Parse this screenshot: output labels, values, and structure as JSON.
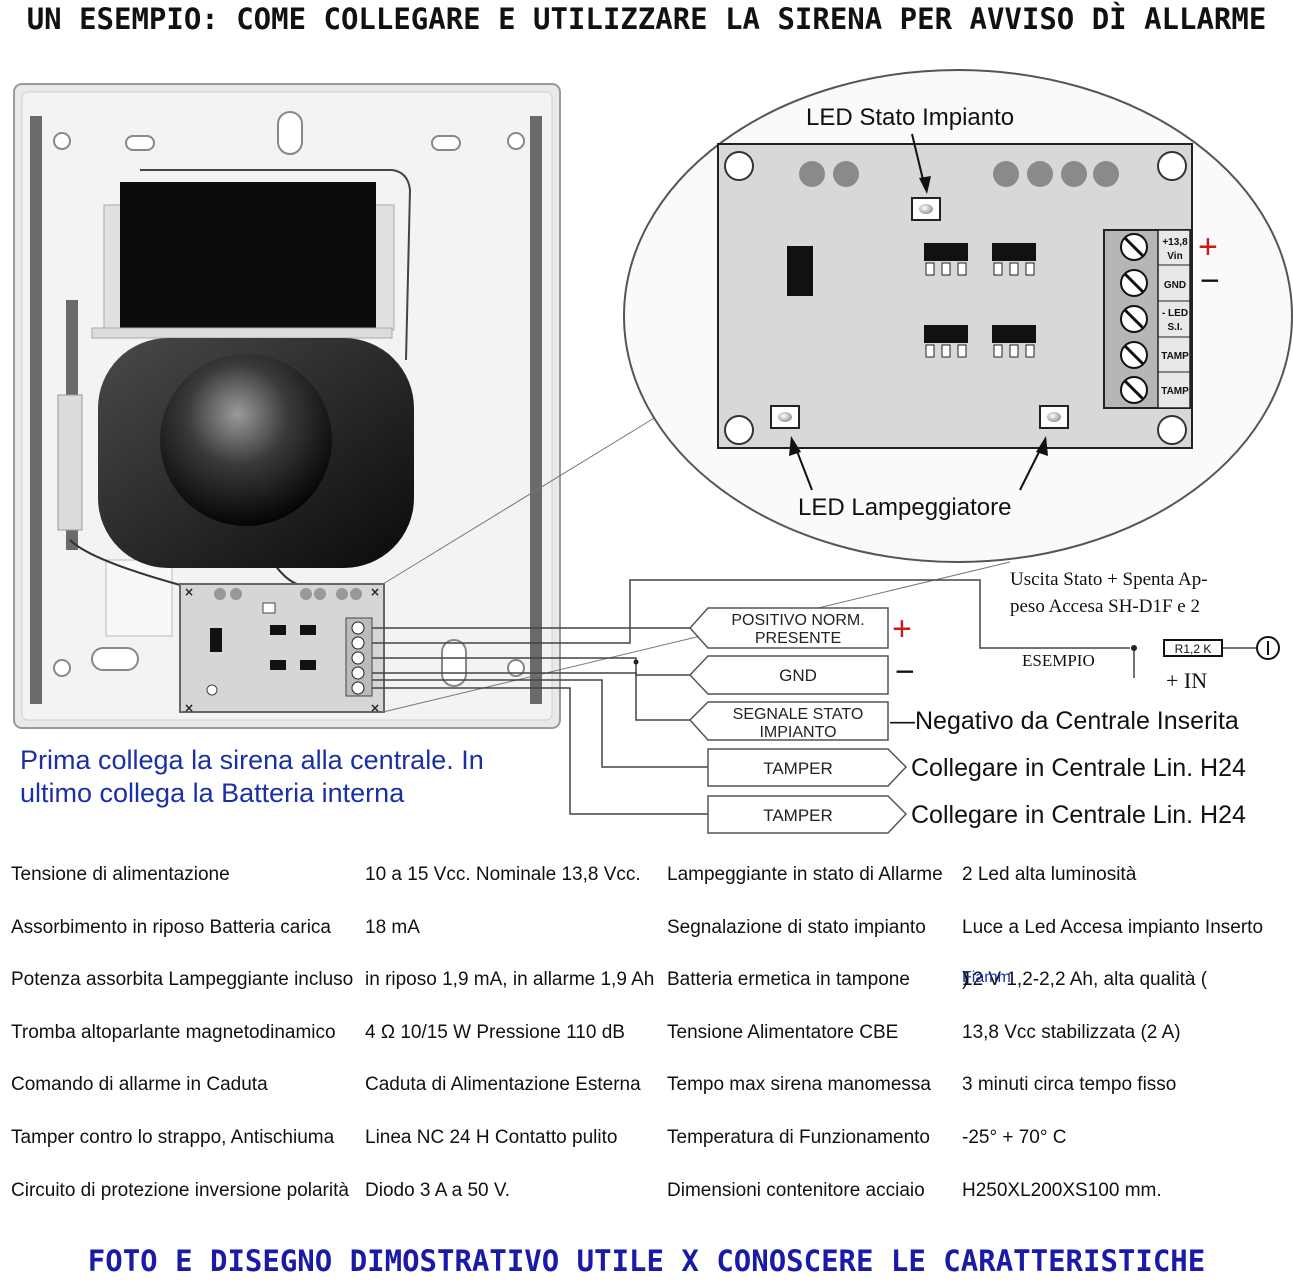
{
  "title": "UN ESEMPIO: COME COLLEGARE E UTILIZZARE LA SIRENA PER AVVISO DÌ ALLARME",
  "footer": "FOTO E DISEGNO DIMOSTRATIVO UTILE X CONOSCERE LE CARATTERISTICHE",
  "board": {
    "led_stato_label": "LED Stato Impianto",
    "led_lamp_label": "LED Lampeggiatore",
    "terminals": [
      {
        "top": "+13,8",
        "bottom": "Vin"
      },
      {
        "top": "GND",
        "bottom": ""
      },
      {
        "top": "- LED",
        "bottom": "S.I."
      },
      {
        "top": "TAMP",
        "bottom": ""
      },
      {
        "top": "TAMP",
        "bottom": ""
      }
    ],
    "plus_sign": "+",
    "minus_sign": "−"
  },
  "connectors": [
    {
      "label_line1": "POSITIVO NORM.",
      "label_line2": "PRESENTE",
      "side": "+"
    },
    {
      "label_line1": "GND",
      "label_line2": "",
      "side": "−"
    },
    {
      "label_line1": "SEGNALE STATO",
      "label_line2": "IMPIANTO",
      "side": "—Negativo da Centrale Inserita"
    },
    {
      "label_line1": "TAMPER",
      "label_line2": "",
      "side": "Collegare in Centrale Lin. H24"
    },
    {
      "label_line1": "TAMPER",
      "label_line2": "",
      "side": "Collegare in Centrale Lin. H24"
    }
  ],
  "example": {
    "line1": "Uscita Stato + Spenta Ap-",
    "line2": "peso Accesa SH-D1F e 2",
    "esempio": "ESEMPIO",
    "resistor": "R1,2 K",
    "plus_in": "+ IN"
  },
  "note": {
    "line1": "Prima collega la sirena alla centrale. In",
    "line2": "ultimo collega la Batteria interna"
  },
  "specs": [
    [
      "Tensione di alimentazione",
      "10 a 15 Vcc. Nominale 13,8 Vcc.",
      "Lampeggiante in stato di Allarme",
      "2 Led alta luminosità"
    ],
    [
      "Assorbimento in riposo Batteria carica",
      "18 mA",
      "Segnalazione di stato impianto",
      "Luce a Led Accesa impianto Inserto"
    ],
    [
      "Potenza assorbita Lampeggiante incluso",
      "in riposo 1,9 mA, in allarme 1,9 Ah",
      "Batteria ermetica in tampone",
      "12 V 1,2-2,2 Ah, alta qualità ("
    ],
    [
      "Tromba altoparlante magnetodinamico",
      "4 Ω 10/15 W Pressione 110 dB",
      "Tensione Alimentatore CBE",
      "13,8 Vcc stabilizzata (2 A)"
    ],
    [
      "Comando di allarme in Caduta",
      "Caduta di Alimentazione Esterna",
      "Tempo max sirena manomessa",
      "3 minuti circa tempo fisso"
    ],
    [
      "Tamper contro lo strappo, Antischiuma",
      "Linea NC 24 H Contatto pulito",
      "Temperatura di Funzionamento",
      "-25° + 70° C"
    ],
    [
      "Circuito di protezione inversione polarità",
      "Diodo 3 A a 50 V.",
      "Dimensioni contenitore acciaio",
      "H250XL200XS100 mm."
    ]
  ],
  "battery_brand": "Fiamm",
  "battery_close": ")"
}
